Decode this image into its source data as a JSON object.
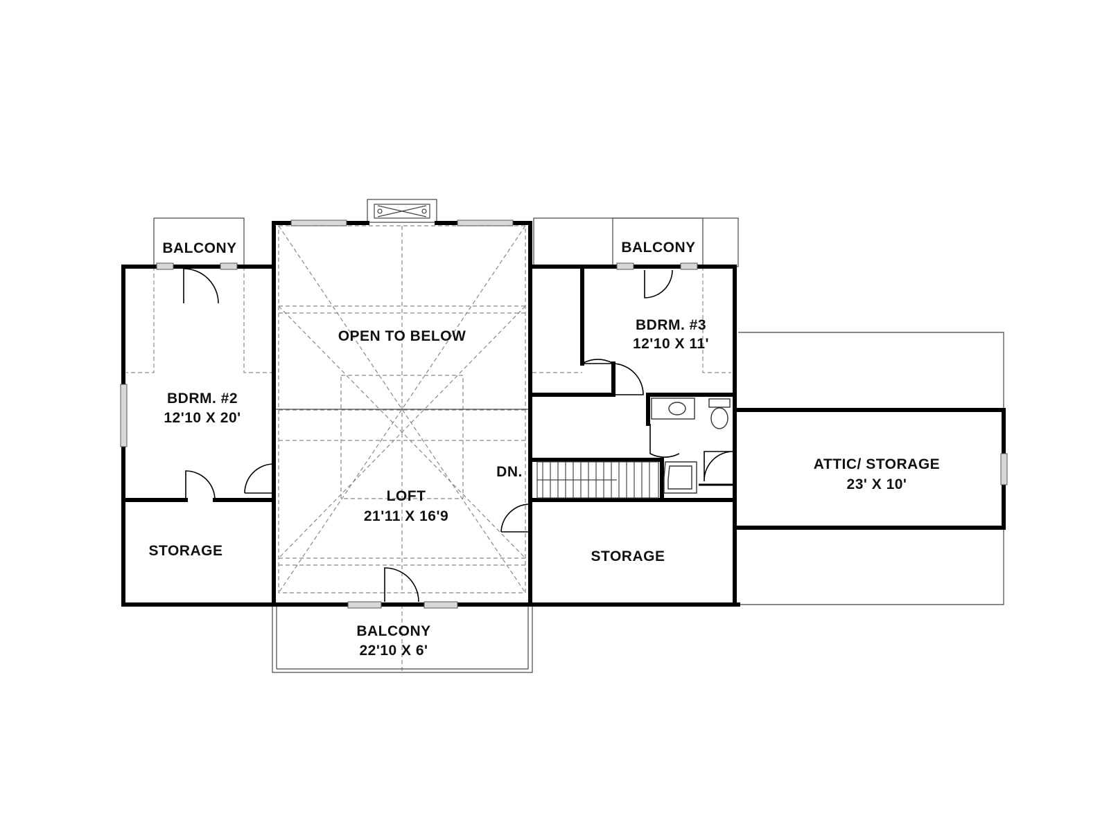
{
  "rooms": {
    "balcony_left": {
      "name": "BALCONY"
    },
    "balcony_right": {
      "name": "BALCONY"
    },
    "open_to_below": {
      "name": "OPEN TO BELOW"
    },
    "bedroom_2": {
      "name": "BDRM. #2",
      "size": "12'10 X 20'"
    },
    "bedroom_3": {
      "name": "BDRM. #3",
      "size": "12'10 X 11'"
    },
    "loft": {
      "name": "LOFT",
      "size": "21'11 X 16'9"
    },
    "stairs": {
      "label": "DN."
    },
    "storage_left": {
      "name": "STORAGE"
    },
    "storage_right": {
      "name": "STORAGE"
    },
    "attic": {
      "name": "ATTIC/ STORAGE",
      "size": "23' X 10'"
    },
    "balcony_bottom": {
      "name": "BALCONY",
      "size": "22'10 X 6'"
    }
  }
}
